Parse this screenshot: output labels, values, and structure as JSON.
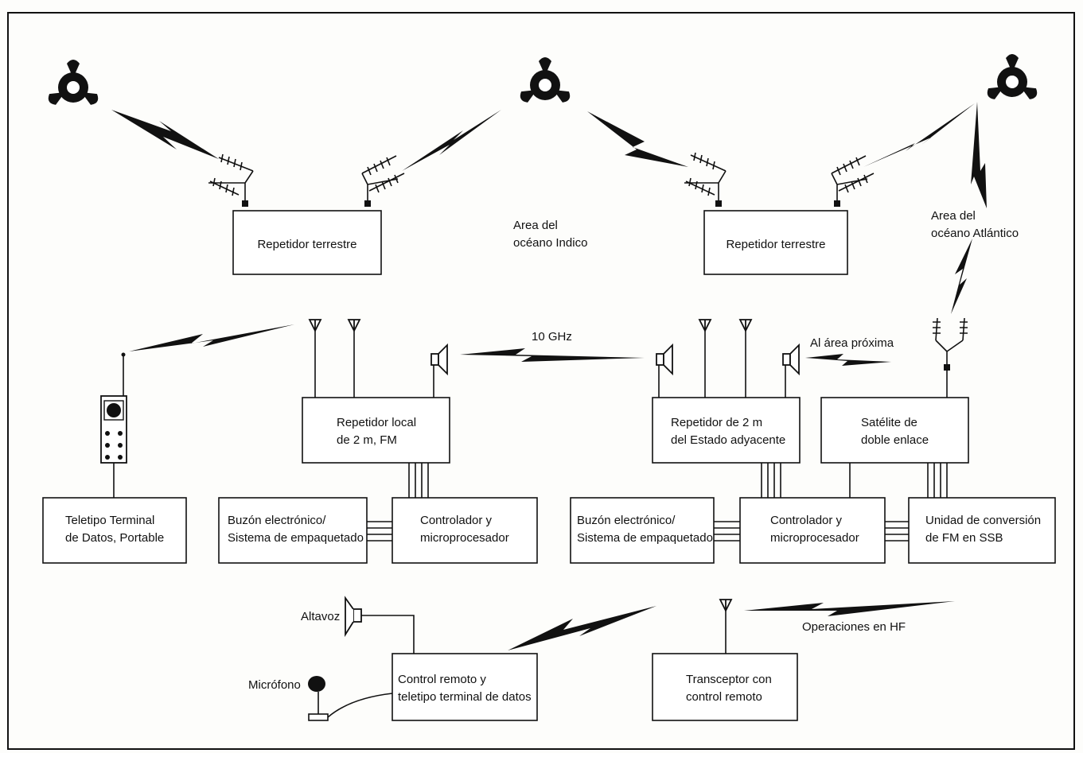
{
  "labels": {
    "repeater_left": "Repetidor terrestre",
    "repeater_right": "Repetidor terrestre",
    "indian_ocean_1": "Area del",
    "indian_ocean_2": "océano Indico",
    "atlantic_1": "Area del",
    "atlantic_2": "océano Atlántico",
    "freq_10ghz": "10 GHz",
    "next_area": "Al área próxima",
    "local_rep_1": "Repetidor local",
    "local_rep_2": "de 2 m, FM",
    "adj_rep_1": "Repetidor de 2 m",
    "adj_rep_2": "del Estado adyacente",
    "sat_1": "Satélite de",
    "sat_2": "doble enlace",
    "teletype_1": "Teletipo Terminal",
    "teletype_2": "de Datos, Portable",
    "mailbox_l1": "Buzón electrónico/",
    "mailbox_l2": "Sistema de empaquetado",
    "ctrl_l1": "Controlador y",
    "ctrl_l2": "microprocesador",
    "mailbox_r1": "Buzón electrónico/",
    "mailbox_r2": "Sistema de empaquetado",
    "ctrl_r1": "Controlador y",
    "ctrl_r2": "microprocesador",
    "conv_1": "Unidad de conversión",
    "conv_2": "de FM en SSB",
    "speaker": "Altavoz",
    "mic": "Micrófono",
    "remote_1": "Control remoto y",
    "remote_2": "teletipo terminal de datos",
    "hf_ops": "Operaciones en HF",
    "transceiver_1": "Transceptor con",
    "transceiver_2": "control remoto"
  }
}
